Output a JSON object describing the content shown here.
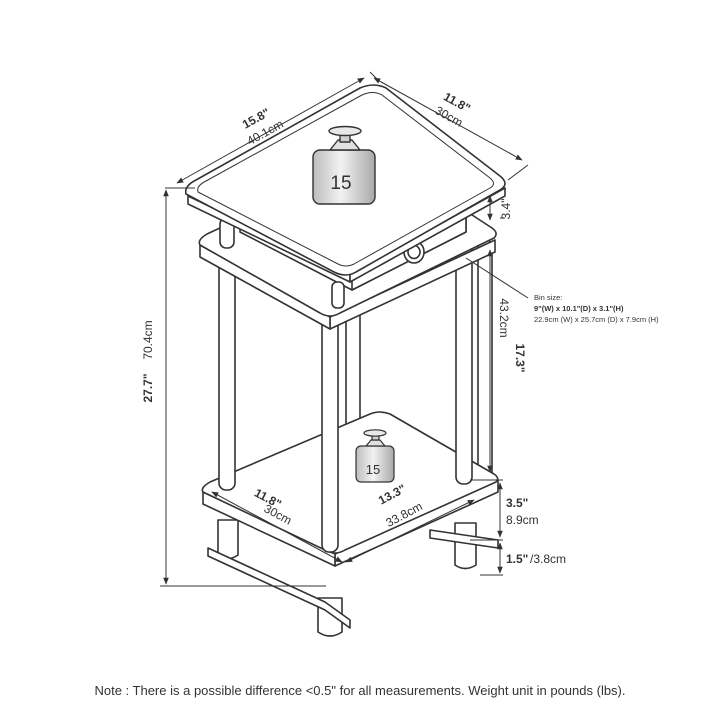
{
  "dimensions": {
    "top_width": {
      "main": "15.8\"",
      "sub": "40.1cm"
    },
    "top_depth": {
      "main": "11.8\"",
      "sub": "30cm"
    },
    "drawer_height": {
      "main": "3.4\""
    },
    "total_height": {
      "main": "27.7\"",
      "sub": "70.4cm"
    },
    "shelf_gap": {
      "main": "17.3\"",
      "sub": "43.2cm"
    },
    "bottom_depth": {
      "main": "11.8\"",
      "sub": "30cm"
    },
    "bottom_width": {
      "main": "13.3\"",
      "sub": "33.8cm"
    },
    "lower_gap": {
      "main": "3.5\"",
      "sub": "8.9cm"
    },
    "foot_height": {
      "main": "1.5\"",
      "sub": "/3.8cm"
    }
  },
  "bin": {
    "title": "Bin size:",
    "imperial": "9\"(W) x 10.1\"(D) x 3.1\"(H)",
    "metric": "22.9cm (W) x 25.7cm (D) x 7.9cm (H)"
  },
  "weights": {
    "top": "15",
    "bottom": "15"
  },
  "note": "Note : There is a possible difference <0.5\" for all measurements. Weight unit in pounds (lbs).",
  "colors": {
    "line": "#333333",
    "background": "#ffffff"
  }
}
